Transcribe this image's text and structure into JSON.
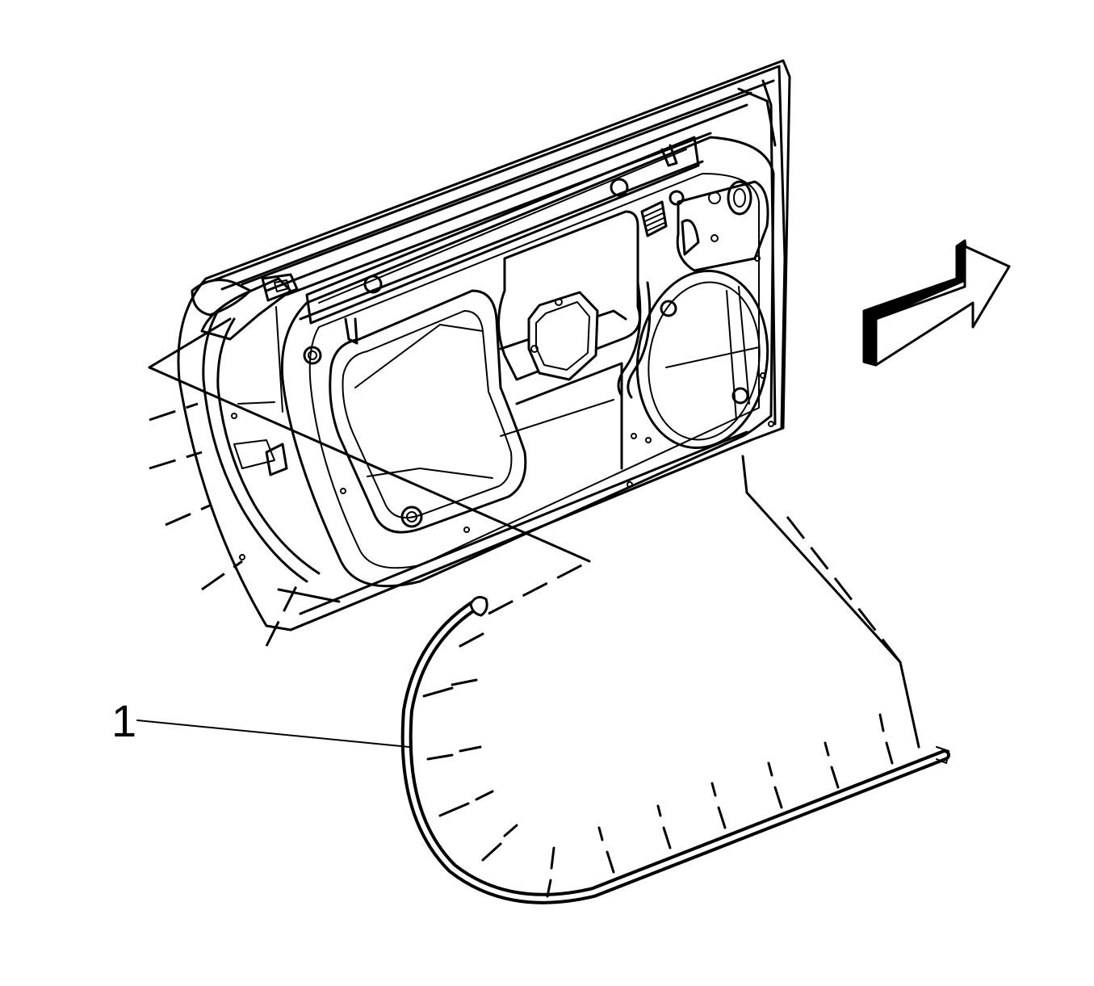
{
  "diagram": {
    "callouts": [
      {
        "id": "1",
        "label": "1"
      }
    ],
    "parts": [
      {
        "name": "door-inner-panel"
      },
      {
        "name": "weatherstrip-seal"
      },
      {
        "name": "direction-arrow"
      }
    ],
    "colors": {
      "line": "#000000",
      "background": "#ffffff",
      "arrow_shadow": "#000000"
    }
  }
}
